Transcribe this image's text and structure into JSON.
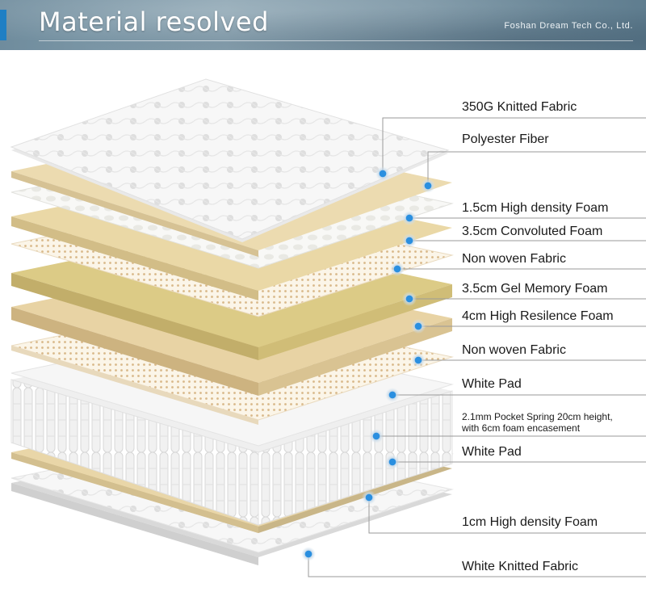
{
  "header": {
    "title": "Material resolved",
    "company": "Foshan Dream Tech Co., Ltd."
  },
  "colors": {
    "accent": "#1f7fc4",
    "dot": "#2a8fe0",
    "beige": "#e9d6a8",
    "gel": "#dccb86",
    "foam_light": "#f4ecd9"
  },
  "layers": [
    {
      "label": "350G Knitted Fabric"
    },
    {
      "label": "Polyester Fiber"
    },
    {
      "label": "1.5cm High density Foam"
    },
    {
      "label": "3.5cm Convoluted Foam"
    },
    {
      "label": "Non woven Fabric"
    },
    {
      "label": "3.5cm Gel Memory Foam"
    },
    {
      "label": "4cm High Resilence Foam"
    },
    {
      "label": "Non woven Fabric"
    },
    {
      "label": "White Pad"
    },
    {
      "label": "2.1mm Pocket Spring 20cm height,",
      "label2": "with 6cm foam encasement"
    },
    {
      "label": "White Pad"
    },
    {
      "label": "1cm High density Foam"
    },
    {
      "label": "White Knitted  Fabric"
    }
  ]
}
